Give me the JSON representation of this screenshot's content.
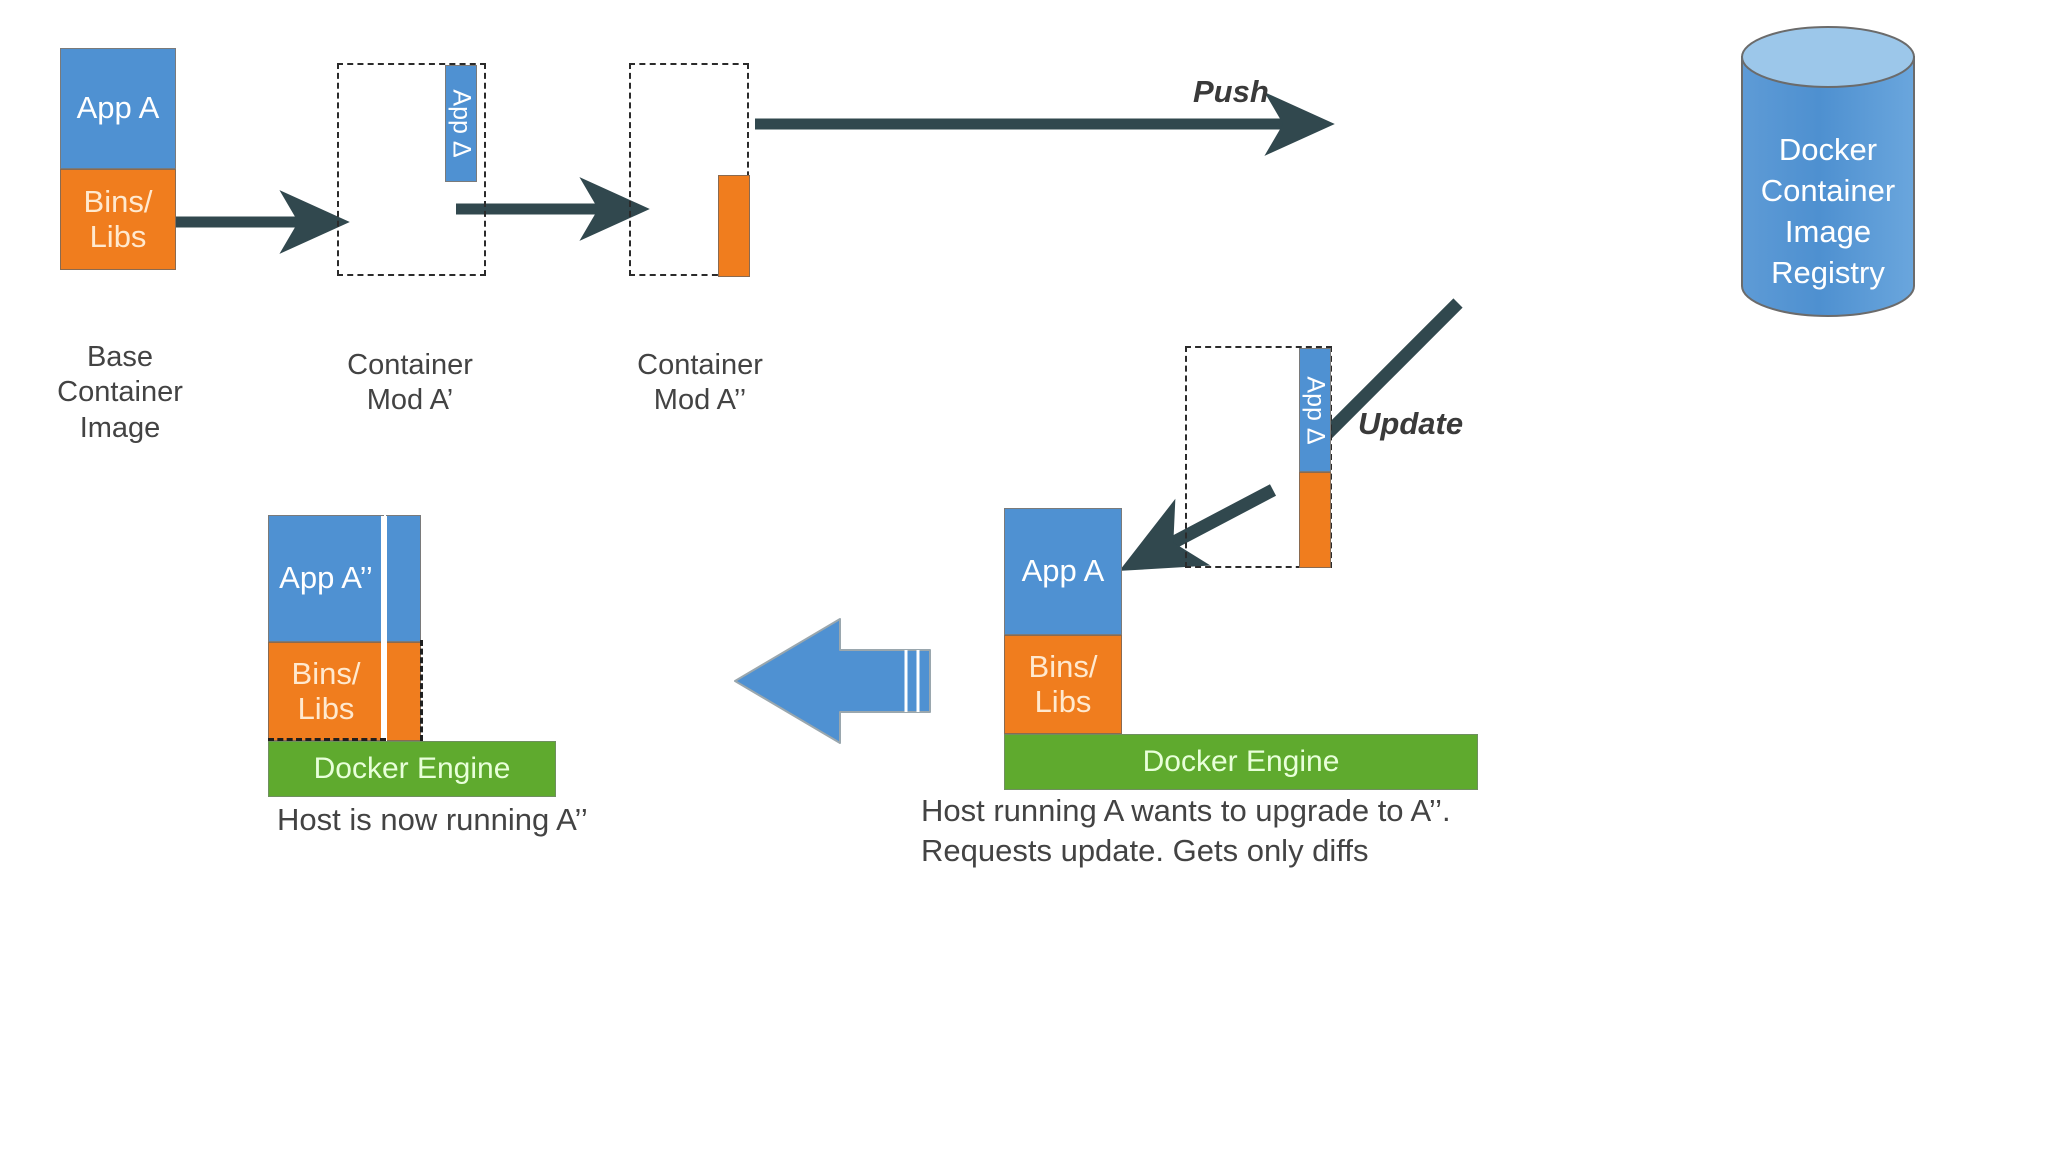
{
  "diagram": {
    "title": "Docker container image incremental (delta) update flow",
    "colors": {
      "app_blue": "#4F91D2",
      "bins_orange": "#F07D1E",
      "engine_green": "#5FAA2E",
      "arrow_dark": "#31484E",
      "big_arrow_blue": "#4F91D2",
      "text_gray": "#434343",
      "cylinder_top": "#9CC7EA"
    },
    "stage1": {
      "app_label": "App\nA",
      "bins_label": "Bins/\nLibs",
      "caption": "Base\nContainer\nImage"
    },
    "stage2": {
      "delta_label": "App Δ",
      "caption": "Container\nMod A’"
    },
    "stage3": {
      "caption": "Container\nMod A’’"
    },
    "registry": {
      "label": "Docker\nContainer\nImage\nRegistry"
    },
    "flow_labels": {
      "push": "Push",
      "update": "Update"
    },
    "host_right": {
      "app_label": "App\nA",
      "bins_label": "Bins/\nLibs",
      "engine_label": "Docker Engine",
      "caption": "Host running A wants to upgrade to A’’.\nRequests update. Gets only diffs"
    },
    "host_left": {
      "app_label": "App\nA’’",
      "bins_label": "Bins/\nLibs",
      "engine_label": "Docker Engine",
      "caption": "Host is now running A’’"
    },
    "delta_package": {
      "delta_label": "App Δ"
    }
  }
}
